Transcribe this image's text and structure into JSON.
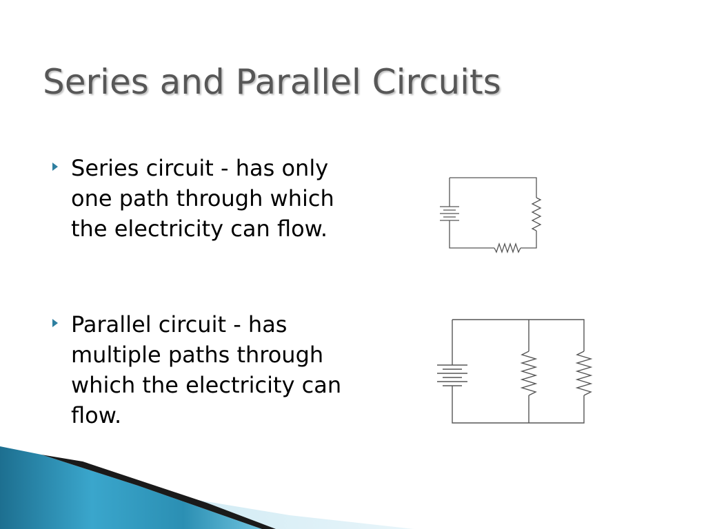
{
  "slide": {
    "title": "Series and Parallel Circuits",
    "bullets": [
      {
        "text": "Series circuit - has only one path through which the electricity can flow."
      },
      {
        "text": "Parallel circuit - has multiple paths through which the electricity can flow."
      }
    ]
  },
  "colors": {
    "title": "#575757",
    "bullet_marker": "#2e7fa0",
    "accent_blue": "#2b8fb3",
    "accent_dark": "#1a1a1a",
    "circuit_line": "#555555"
  },
  "icons": {
    "bullet": "triangle-right-icon",
    "series_diagram": "series-circuit-icon",
    "parallel_diagram": "parallel-circuit-icon"
  }
}
